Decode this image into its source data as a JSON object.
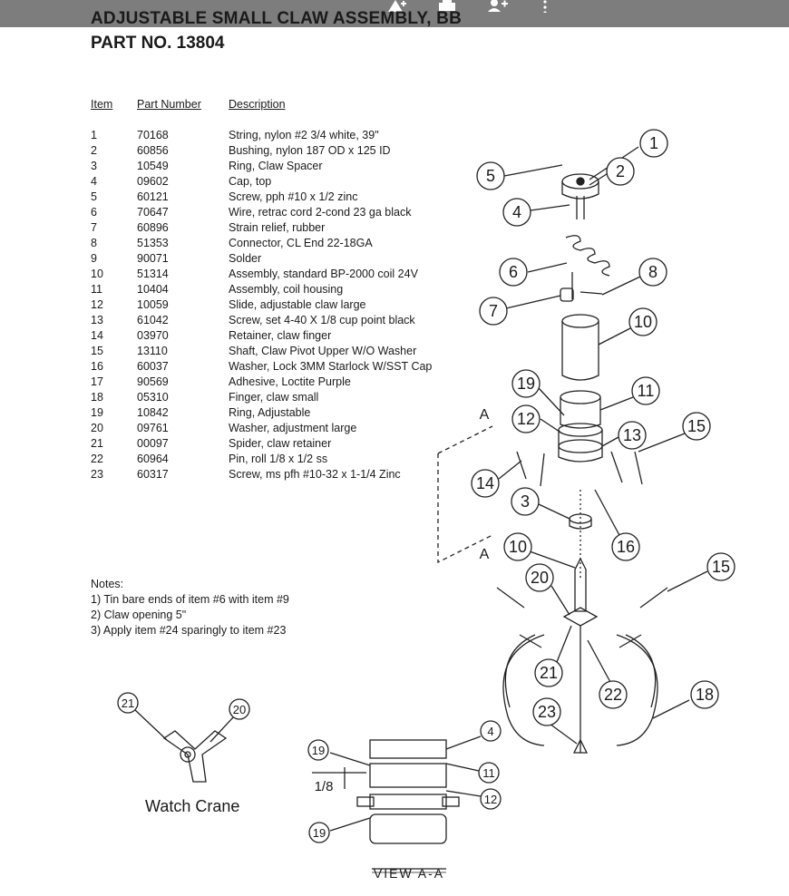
{
  "title": "ADJUSTABLE SMALL CLAW ASSEMBLY, BB",
  "part_no": "PART NO.  13804",
  "headers": {
    "item": "Item",
    "part_number": "Part Number",
    "description": "Description"
  },
  "parts": [
    {
      "item": "1",
      "pn": "70168",
      "desc": "String, nylon #2 3/4 white, 39\""
    },
    {
      "item": "2",
      "pn": "60856",
      "desc": "Bushing, nylon  187 OD x  125 ID"
    },
    {
      "item": "3",
      "pn": "10549",
      "desc": "Ring, Claw Spacer"
    },
    {
      "item": "4",
      "pn": "09602",
      "desc": "Cap, top"
    },
    {
      "item": "5",
      "pn": "60121",
      "desc": "Screw, pph #10 x 1/2 zinc"
    },
    {
      "item": "6",
      "pn": "70647",
      "desc": "Wire, retrac cord 2-cond 23 ga black"
    },
    {
      "item": "7",
      "pn": "60896",
      "desc": "Strain relief, rubber"
    },
    {
      "item": "8",
      "pn": "51353",
      "desc": "Connector, CL End 22-18GA"
    },
    {
      "item": "9",
      "pn": "90071",
      "desc": "Solder"
    },
    {
      "item": "10",
      "pn": "51314",
      "desc": "Assembly, standard BP-2000 coil 24V"
    },
    {
      "item": "11",
      "pn": "10404",
      "desc": "Assembly, coil housing"
    },
    {
      "item": "12",
      "pn": "10059",
      "desc": "Slide, adjustable claw large"
    },
    {
      "item": "13",
      "pn": "61042",
      "desc": "Screw, set 4-40 X 1/8 cup point black"
    },
    {
      "item": "14",
      "pn": "03970",
      "desc": "Retainer, claw finger"
    },
    {
      "item": "15",
      "pn": "13110",
      "desc": "Shaft, Claw Pivot Upper W/O Washer"
    },
    {
      "item": "16",
      "pn": "60037",
      "desc": "Washer, Lock 3MM Starlock W/SST Cap"
    },
    {
      "item": "17",
      "pn": "90569",
      "desc": "Adhesive, Loctite Purple"
    },
    {
      "item": "18",
      "pn": "05310",
      "desc": "Finger, claw small"
    },
    {
      "item": "19",
      "pn": "10842",
      "desc": "Ring, Adjustable"
    },
    {
      "item": "20",
      "pn": "09761",
      "desc": "Washer, adjustment large"
    },
    {
      "item": "21",
      "pn": "00097",
      "desc": "Spider, claw retainer"
    },
    {
      "item": "22",
      "pn": "60964",
      "desc": "Pin, roll 1/8 x 1/2 ss"
    },
    {
      "item": "23",
      "pn": "60317",
      "desc": "Screw, ms pfh #10-32 x 1-1/4 Zinc"
    }
  ],
  "notes": {
    "heading": "Notes:",
    "lines": [
      "1) Tin bare ends of item #6 with item #9",
      "2) Claw opening 5\"",
      "3) Apply item #24 sparingly to item #23"
    ]
  },
  "watch_crane": {
    "caption": "Watch Crane",
    "labels": [
      "21",
      "20"
    ]
  },
  "view_aa": {
    "caption": "VIEW A-A",
    "labels": [
      "4",
      "19",
      "11",
      "12",
      "19"
    ],
    "dimension": "1/8"
  },
  "section_marks": [
    "A",
    "A"
  ],
  "callouts": [
    "1",
    "2",
    "5",
    "4",
    "6",
    "8",
    "7",
    "10",
    "19",
    "11",
    "12",
    "13",
    "15",
    "14",
    "3",
    "16",
    "10",
    "20",
    "15",
    "21",
    "22",
    "18",
    "23"
  ],
  "toolbar_icons": [
    "add-drive-icon",
    "print-icon",
    "add-person-icon",
    "more-vert-icon"
  ]
}
